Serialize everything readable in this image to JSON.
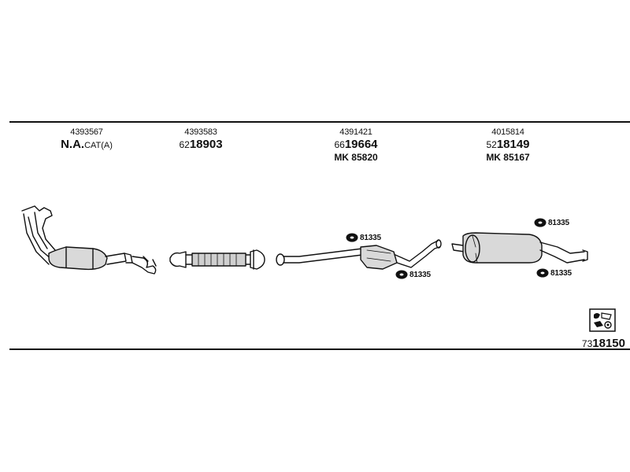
{
  "columns": [
    {
      "part_no": "4393567",
      "main_bold": "N.A.",
      "main_suffix": "CAT(A)"
    },
    {
      "part_no": "4393583",
      "main_prefix": "62",
      "main_bold": "18903"
    },
    {
      "part_no": "4391421",
      "main_prefix": "66",
      "main_bold": "19664",
      "mk": "MK  85820"
    },
    {
      "part_no": "4015814",
      "main_prefix": "52",
      "main_bold": "18149",
      "mk": "MK  85167"
    }
  ],
  "clamp_labels": [
    "81335",
    "81335",
    "81335",
    "81335"
  ],
  "kit": {
    "prefix": "73",
    "number": "18150"
  },
  "icons": {
    "clamp": "rubber-mount-icon",
    "kit": "kit-box-icon"
  }
}
